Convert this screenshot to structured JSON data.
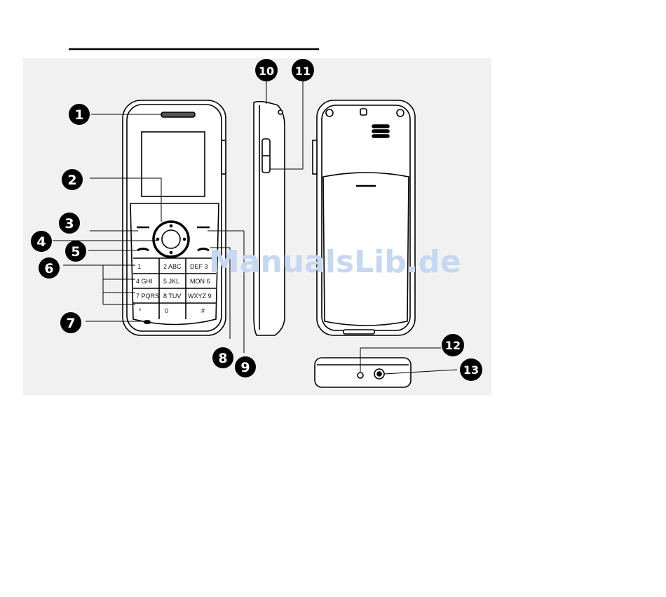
{
  "figure": {
    "watermark": "ManualsLib.de",
    "callouts": [
      "1",
      "2",
      "3",
      "4",
      "5",
      "6",
      "7",
      "8",
      "9",
      "10",
      "11",
      "12",
      "13"
    ],
    "keypad": {
      "row1": [
        "1",
        "2 ABC",
        "DEF 3"
      ],
      "row2": [
        "4 GHI",
        "5 JKL",
        "MON 6"
      ],
      "row3": [
        "7 PQRS",
        "8 TUV",
        "WXYZ 9"
      ],
      "row4": [
        "*",
        "0",
        "#"
      ]
    }
  }
}
